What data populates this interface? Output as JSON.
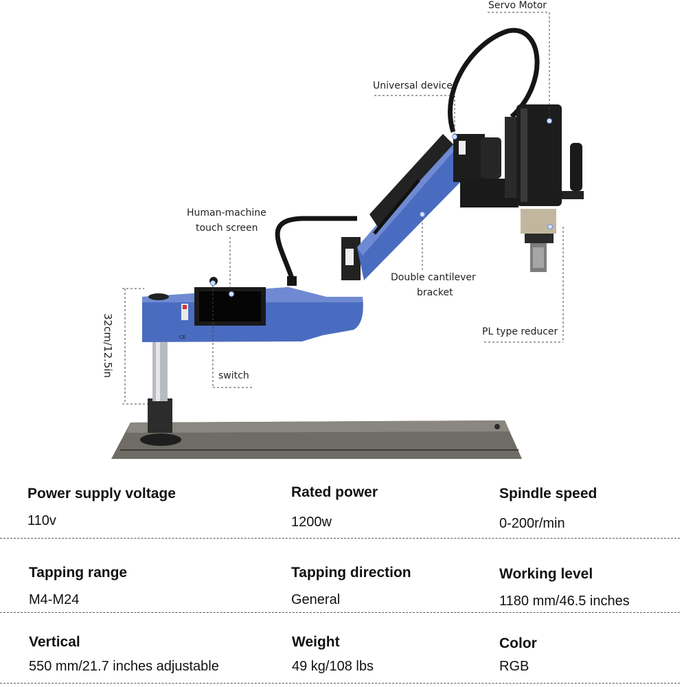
{
  "callouts": {
    "servo_motor": "Servo Motor",
    "universal_device": "Universal device",
    "hmi_line1": "Human-machine",
    "hmi_line2": "touch screen",
    "bracket_line1": "Double cantilever",
    "bracket_line2": "bracket",
    "reducer": "PL type reducer",
    "switch": "switch",
    "height": "32cm/12.5in"
  },
  "specs": [
    [
      {
        "label": "Power supply voltage",
        "value": "110v"
      },
      {
        "label": "Rated power",
        "value": "1200w"
      },
      {
        "label": "Spindle speed",
        "value": "0-200r/min"
      }
    ],
    [
      {
        "label": "Tapping range",
        "value": "M4-M24"
      },
      {
        "label": "Tapping direction",
        "value": "General"
      },
      {
        "label": "Working level",
        "value": "1180 mm/46.5 inches"
      }
    ],
    [
      {
        "label": "Vertical",
        "value": "550 mm/21.7 inches adjustable"
      },
      {
        "label": "Weight",
        "value": "49 kg/108 lbs"
      },
      {
        "label": "Color",
        "value": "RGB"
      }
    ]
  ]
}
